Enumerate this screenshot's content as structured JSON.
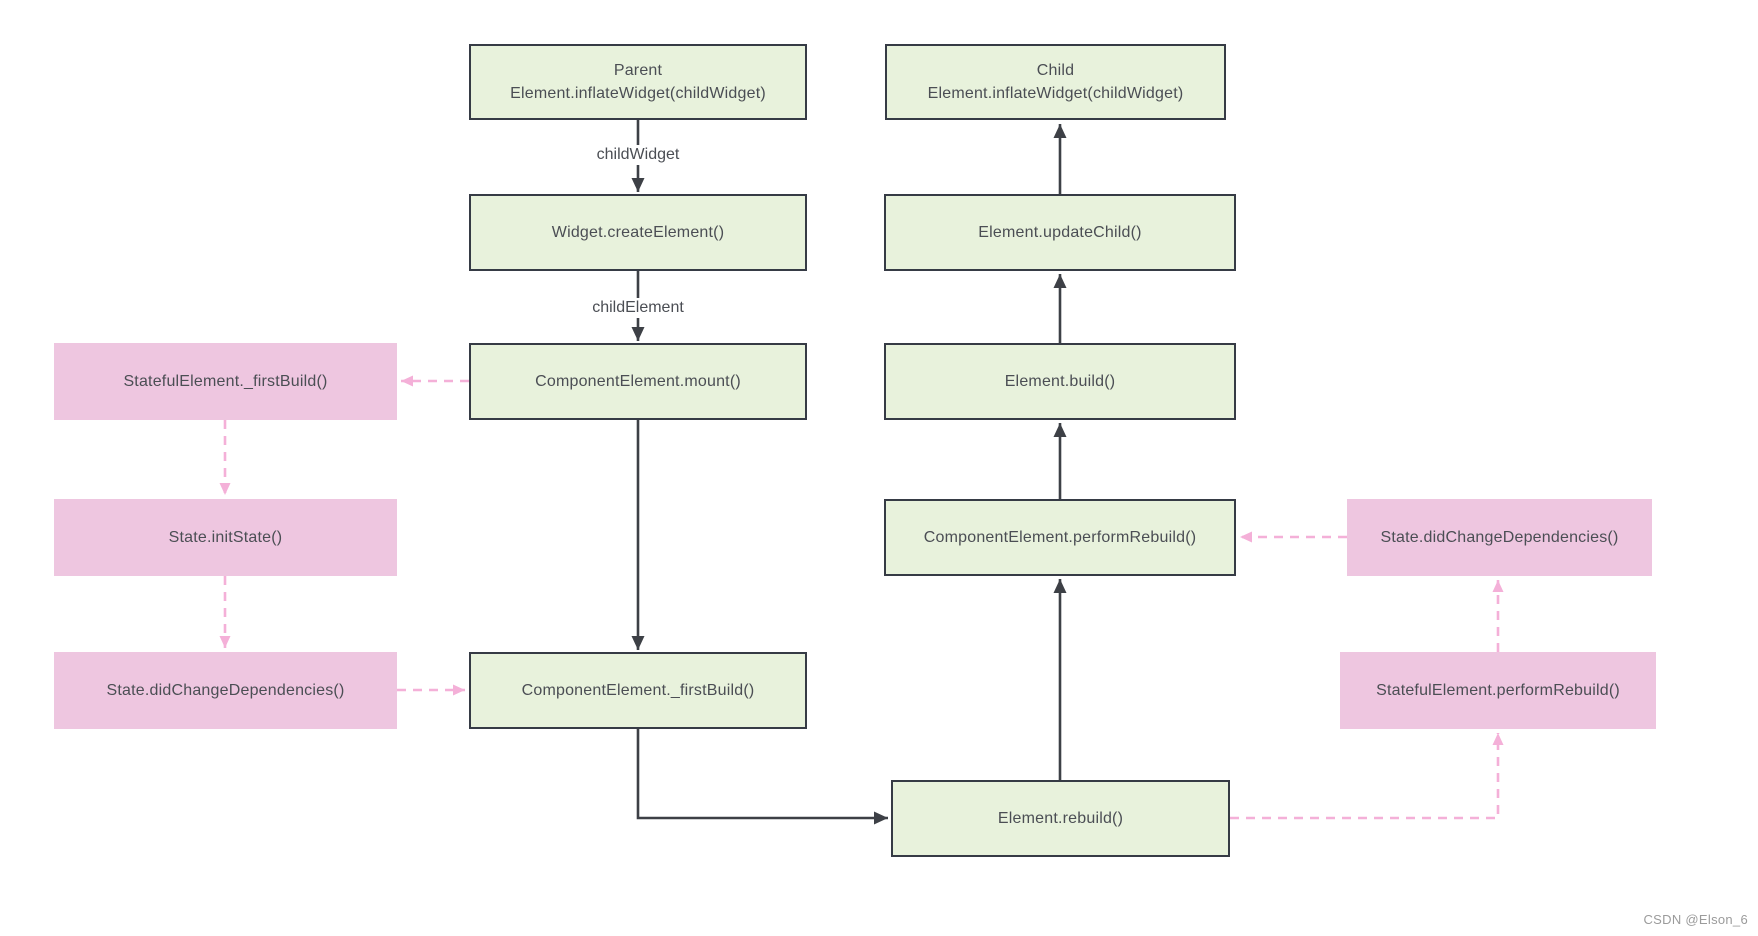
{
  "diagram_title": "Flutter Element inflate / rebuild lifecycle flowchart",
  "colors": {
    "background": "#ffffff",
    "green_fill": "#e8f2dc",
    "green_border": "#363b45",
    "pink_fill": "#eec6e0",
    "pink_arrow": "#f4b0d8",
    "solid_arrow": "#3d4046",
    "text": "#4b4e54",
    "watermark": "#9b9b9b"
  },
  "nodes": [
    {
      "id": "parent-inflate",
      "kind": "green",
      "lines": [
        "Parent",
        "Element.inflateWidget(childWidget)"
      ]
    },
    {
      "id": "child-inflate",
      "kind": "green",
      "lines": [
        "Child",
        "Element.inflateWidget(childWidget)"
      ]
    },
    {
      "id": "widget-create-element",
      "kind": "green",
      "lines": [
        "Widget.createElement()"
      ]
    },
    {
      "id": "element-update-child",
      "kind": "green",
      "lines": [
        "Element.updateChild()"
      ]
    },
    {
      "id": "stateful-first-build",
      "kind": "pink",
      "lines": [
        "StatefulElement._firstBuild()"
      ]
    },
    {
      "id": "component-mount",
      "kind": "green",
      "lines": [
        "ComponentElement.mount()"
      ]
    },
    {
      "id": "element-build",
      "kind": "green",
      "lines": [
        "Element.build()"
      ]
    },
    {
      "id": "state-init-state",
      "kind": "pink",
      "lines": [
        "State.initState()"
      ]
    },
    {
      "id": "component-perform-rebuild",
      "kind": "green",
      "lines": [
        "ComponentElement.performRebuild()"
      ]
    },
    {
      "id": "state-did-change-right",
      "kind": "pink",
      "lines": [
        "State.didChangeDependencies()"
      ]
    },
    {
      "id": "state-did-change-left",
      "kind": "pink",
      "lines": [
        "State.didChangeDependencies()"
      ]
    },
    {
      "id": "component-first-build",
      "kind": "green",
      "lines": [
        "ComponentElement._firstBuild()"
      ]
    },
    {
      "id": "stateful-perform-rebuild",
      "kind": "pink",
      "lines": [
        "StatefulElement.performRebuild()"
      ]
    },
    {
      "id": "element-rebuild",
      "kind": "green",
      "lines": [
        "Element.rebuild()"
      ]
    }
  ],
  "edge_labels": {
    "child_widget": "childWidget",
    "child_element": "childElement"
  },
  "watermark": "CSDN @Elson_6"
}
